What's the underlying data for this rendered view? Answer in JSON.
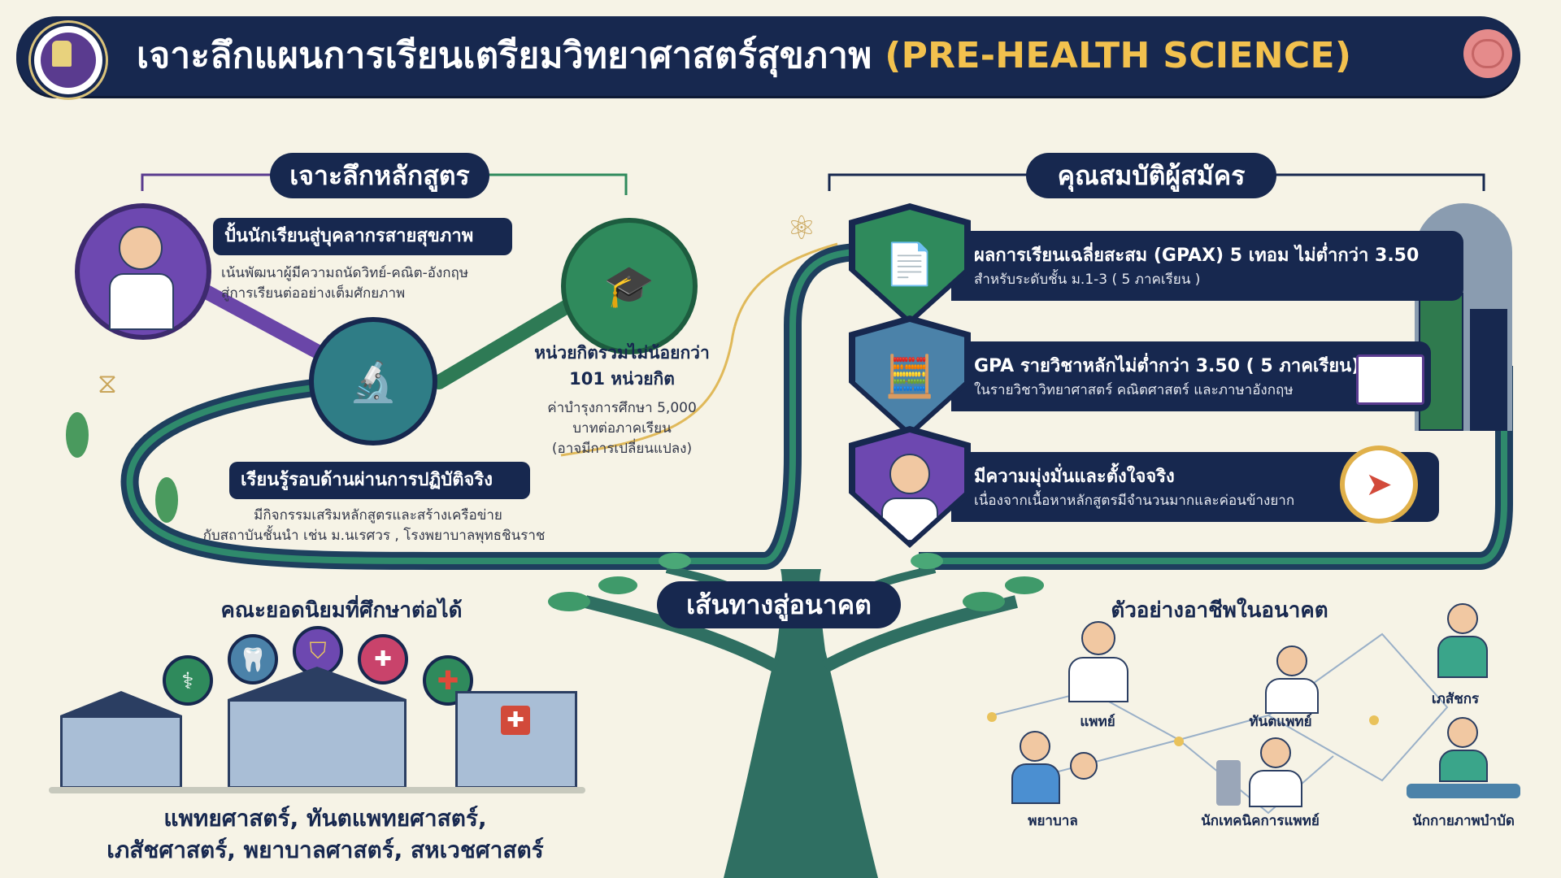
{
  "header": {
    "title_th": "เจาะลึกแผนการเรียนเตรียมวิทยาศาสตร์สุขภาพ",
    "title_en": "(PRE-HEALTH SCIENCE)"
  },
  "curriculum": {
    "section_title": "เจาะลึกหลักสูตร",
    "point1_title": "ปั้นนักเรียนสู่บุคลากรสายสุขภาพ",
    "point1_desc1": "เน้นพัฒนาผู้มีความถนัดวิทย์-คณิต-อังกฤษ",
    "point1_desc2": "สู่การเรียนต่ออย่างเต็มศักยภาพ",
    "credits_title1": "หน่วยกิตรวมไม่น้อยกว่า",
    "credits_title2": "101 หน่วยกิต",
    "fee1": "ค่าบำรุงการศึกษา 5,000",
    "fee2": "บาทต่อภาคเรียน",
    "fee3": "(อาจมีการเปลี่ยนแปลง)",
    "point3_title": "เรียนรู้รอบด้านผ่านการปฏิบัติจริง",
    "point3_desc1": "มีกิจกรรมเสริมหลักสูตรและสร้างเครือข่าย",
    "point3_desc2": "กับสถาบันชั้นนำ เช่น ม.นเรศวร , โรงพยาบาลพุทธชินราช"
  },
  "qualifications": {
    "section_title": "คุณสมบัติผู้สมัคร",
    "items": [
      {
        "title": "ผลการเรียนเฉลี่ยสะสม (GPAX) 5 เทอม ไม่ต่ำกว่า 3.50",
        "desc": "สำหรับระดับชั้น ม.1-3 ( 5 ภาคเรียน )"
      },
      {
        "title": "GPA รายวิชาหลักไม่ต่ำกว่า 3.50 ( 5 ภาคเรียน)",
        "desc": "ในรายวิชาวิทยาศาสตร์ คณิตศาสตร์ และภาษาอังกฤษ"
      },
      {
        "title": "มีความมุ่งมั่นและตั้งใจจริง",
        "desc": "เนื่องจากเนื้อหาหลักสูตรมีจำนวนมากและค่อนข้างยาก"
      }
    ]
  },
  "future": {
    "section_title": "เส้นทางสู่อนาคต"
  },
  "faculties": {
    "section_title": "คณะยอดนิยมที่ศึกษาต่อได้",
    "line1": "แพทยศาสตร์, ทันตแพทยศาสตร์,",
    "line2": "เภสัชศาสตร์, พยาบาลศาสตร์, สหเวชศาสตร์"
  },
  "careers": {
    "section_title": "ตัวอย่างอาชีพในอนาคต",
    "items": [
      "แพทย์",
      "ทันตแพทย์",
      "เภสัชกร",
      "พยาบาล",
      "นักเทคนิคการแพทย์",
      "นักกายภาพบำบัด"
    ]
  }
}
